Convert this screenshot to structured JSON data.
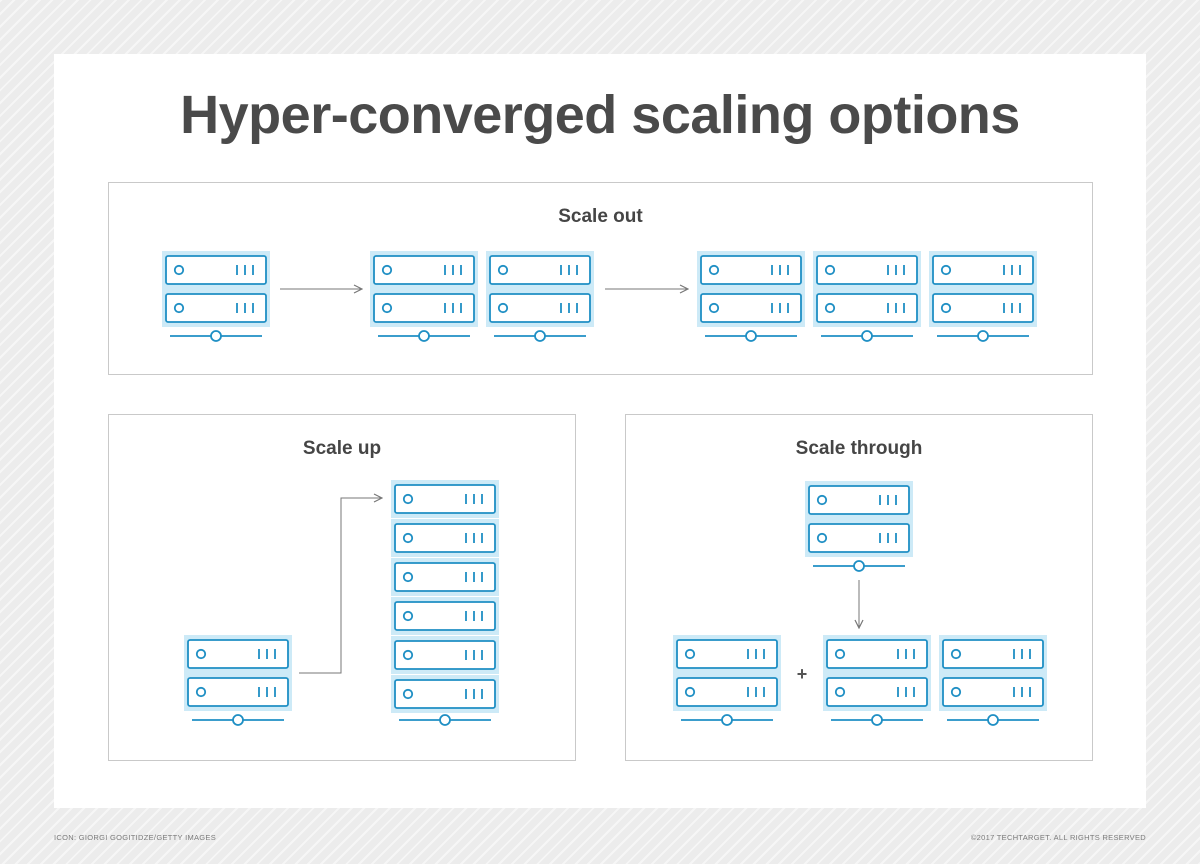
{
  "title": "Hyper-converged scaling options",
  "panels": {
    "scale_out": {
      "label": "Scale out"
    },
    "scale_up": {
      "label": "Scale up"
    },
    "scale_through": {
      "label": "Scale through"
    }
  },
  "plus_symbol": "+",
  "credits": {
    "left": "ICON: GIORGI GOGITIDZE/GETTY IMAGES",
    "right": "©2017 TECHTARGET. ALL RIGHTS RESERVED"
  },
  "icons": {
    "server": "server-icon",
    "arrow": "arrow-right-icon"
  },
  "colors": {
    "server_fill": "#cdeaf7",
    "server_stroke": "#1f8fc4",
    "title_text": "#4a4a4a",
    "panel_border": "#c9c9c9",
    "arrow": "#777777"
  }
}
